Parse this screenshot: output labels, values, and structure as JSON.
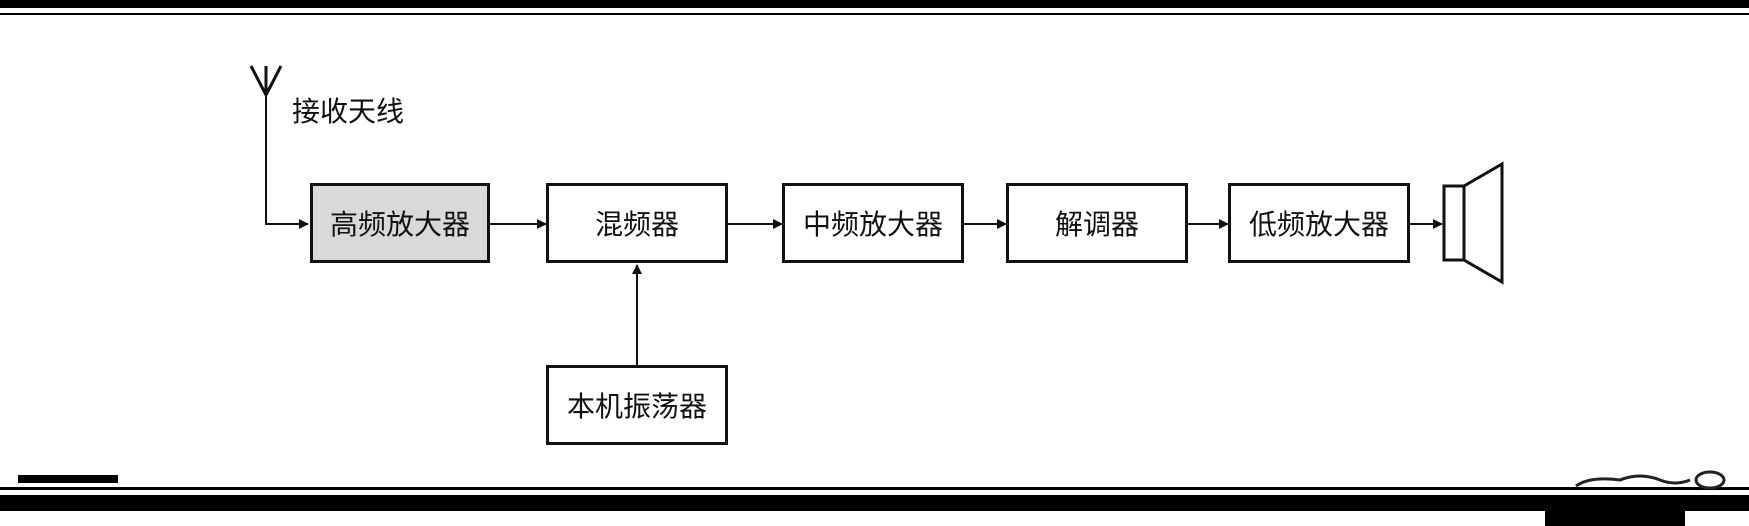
{
  "diagram": {
    "antenna_label": "接收天线",
    "blocks": {
      "rf_amp": "高频放大器",
      "mixer": "混频器",
      "if_amp": "中频放大器",
      "demod": "解调器",
      "af_amp": "低频放大器",
      "local_osc": "本机振荡器"
    },
    "colors": {
      "line": "#111111",
      "highlight_fill": "#d9d9d9",
      "frame": "#000000"
    },
    "icons": [
      "antenna-icon",
      "speaker-icon"
    ]
  }
}
